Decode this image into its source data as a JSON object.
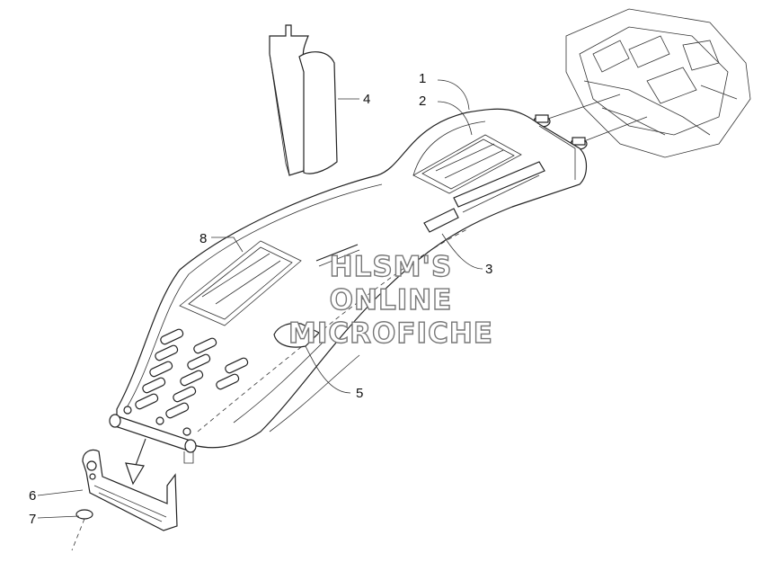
{
  "callouts": [
    {
      "id": "c1",
      "label": "1"
    },
    {
      "id": "c2",
      "label": "2"
    },
    {
      "id": "c3",
      "label": "3"
    },
    {
      "id": "c4",
      "label": "4"
    },
    {
      "id": "c5",
      "label": "5"
    },
    {
      "id": "c6",
      "label": "6"
    },
    {
      "id": "c7",
      "label": "7"
    },
    {
      "id": "c8",
      "label": "8"
    }
  ],
  "watermark": {
    "line1": "HLSM'S",
    "line2": "ONLINE",
    "line3": "MICROFICHE"
  }
}
